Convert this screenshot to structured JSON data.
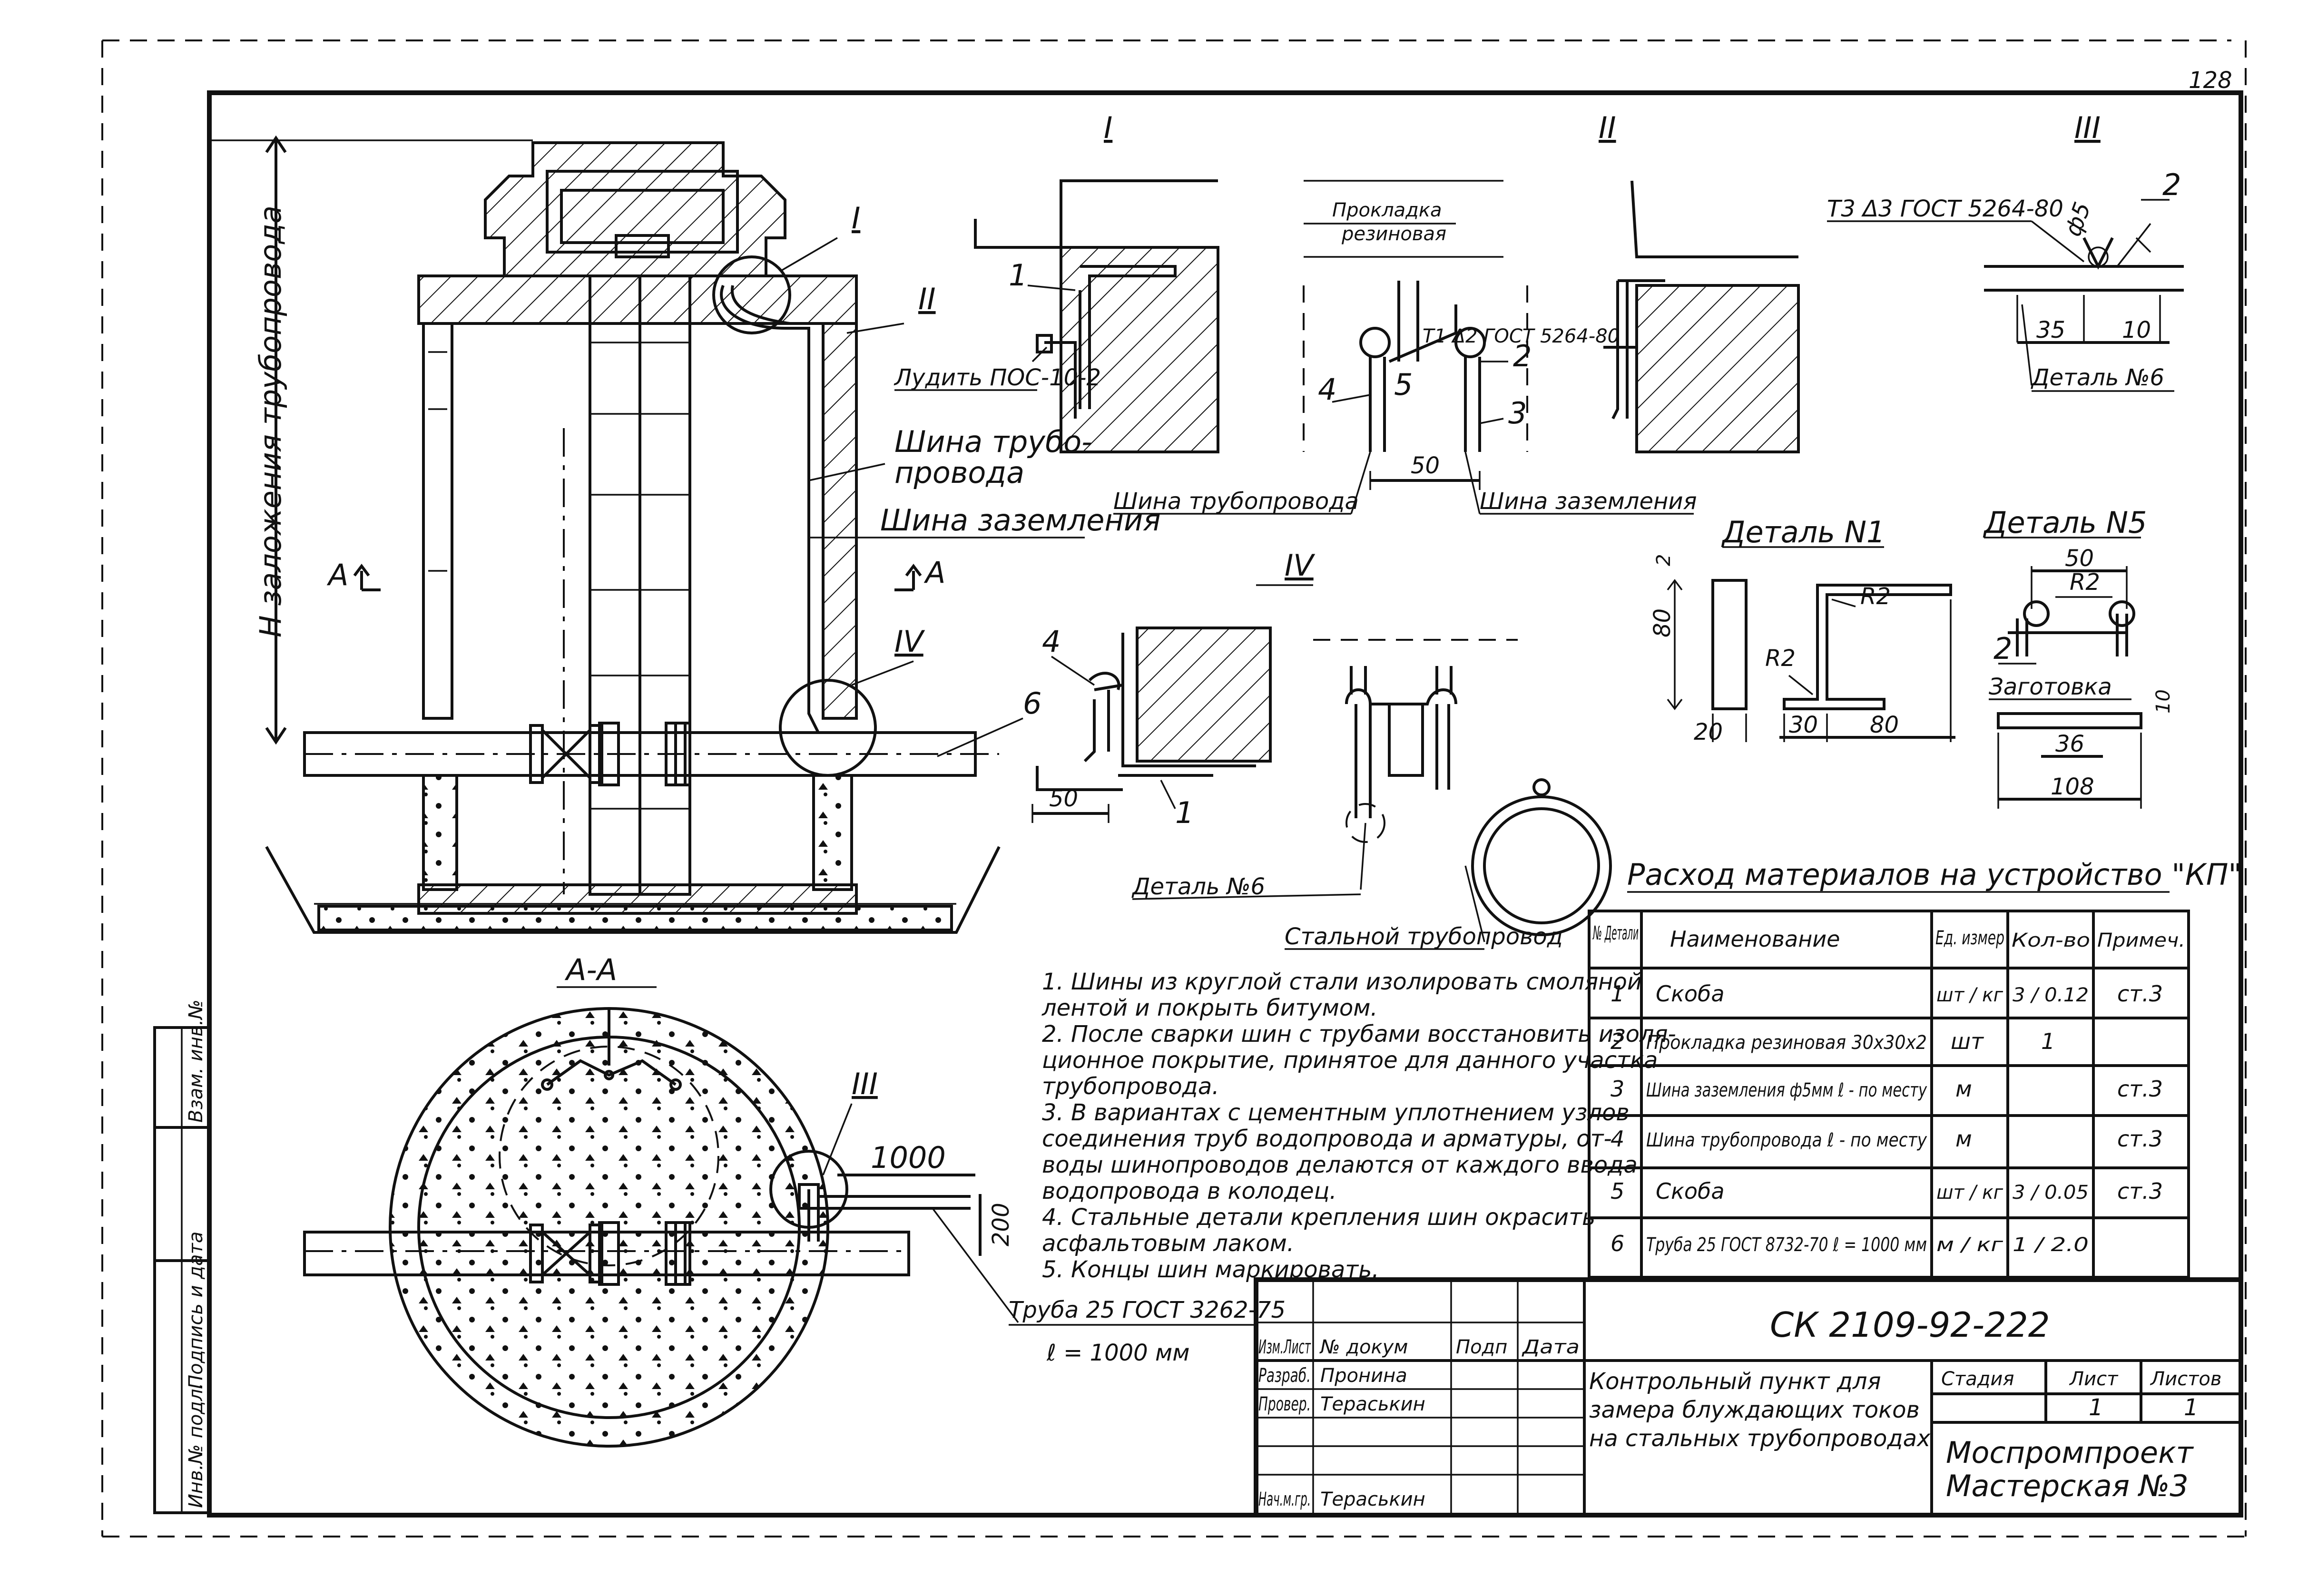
{
  "drawing": {
    "section_marks": [
      "I",
      "II",
      "III",
      "IV",
      "А-А"
    ],
    "section_arrow_left": "А",
    "section_arrow_right": "А",
    "vertical_label": "Н заложения трубопровода",
    "elevation_labels": {
      "i": "I",
      "ii": "II",
      "pipeline_bus": "Шина трубо- провода",
      "pipeline_bus_1": "Шина трубо-",
      "pipeline_bus_2": "провода",
      "ground_bus": "Шина заземления",
      "iv": "IV",
      "six": "6"
    },
    "detail_I": {
      "title": "I",
      "num": "1",
      "note": "Лудить ПОС-10-2"
    },
    "detail_II": {
      "title": "II",
      "gasket": "Прокладка резиновая",
      "gasket_1": "Прокладка",
      "gasket_2": "резиновая",
      "weld": "Т1 Δ2 ГОСТ 5264-80",
      "n2": "2",
      "n3": "3",
      "n4": "4",
      "n5": "5",
      "dim": "50",
      "pipeline_bus": "Шина трубопровода",
      "ground_bus": "Шина заземления"
    },
    "detail_III": {
      "title": "III",
      "weld": "Т3 Δ3 ГОСТ 5264-80",
      "phi": "ф5",
      "n2": "2",
      "d35": "35",
      "d10": "10",
      "detail6": "Деталь №6"
    },
    "detail_IV": {
      "title": "IV",
      "n4": "4",
      "n1": "1",
      "dim": "50",
      "detail6": "Деталь №6",
      "steel_pipe": "Стальной трубопровод"
    },
    "detail1": {
      "title": "Деталь N1",
      "h2": "2",
      "h80": "80",
      "r2a": "R2",
      "r2b": "R2",
      "w20": "20",
      "w30": "30",
      "w80": "80"
    },
    "detail5": {
      "title": "Деталь N5",
      "d50": "50",
      "r2": "R2",
      "n2": "2",
      "blank": "Заготовка",
      "h10": "10",
      "d36": "36",
      "d108": "108"
    },
    "plan": {
      "title": "А-А",
      "mark": "III",
      "d1000": "1000",
      "d200": "200",
      "pipe_1": "Труба 25 ГОСТ 3262-75",
      "pipe_2": "ℓ = 1000 мм"
    }
  },
  "notes": [
    "1. Шины из круглой стали изолировать смоляной",
    "лентой и покрыть битумом.",
    "2. После сварки шин с трубами восстановить изоля-",
    "ционное покрытие, принятое для данного участка",
    "трубопровода.",
    "3. В вариантах с цементным уплотнением узлов",
    "соединения труб водопровода и арматуры, от-",
    "воды шинопроводов делаются от каждого ввода",
    "водопровода в колодец.",
    "4. Стальные детали крепления шин окрасить",
    "асфальтовым лаком.",
    "5. Концы шин маркировать."
  ],
  "materials": {
    "title": "Расход материалов на устройство \"КП\"",
    "headers": {
      "pos": "№ Детали",
      "name": "Наименование",
      "unit": "Ед. измер",
      "qty": "Кол-во",
      "note": "Примеч."
    },
    "rows": [
      {
        "pos": "1",
        "name": "Скоба",
        "unit": "шт / кг",
        "qty": "3 / 0.12",
        "note": "ст.3"
      },
      {
        "pos": "2",
        "name": "Прокладка резиновая 30х30х2",
        "unit": "шт",
        "qty": "1",
        "note": ""
      },
      {
        "pos": "3",
        "name": "Шина заземления ф5мм ℓ - по месту",
        "unit": "м",
        "qty": "",
        "note": "ст.3"
      },
      {
        "pos": "4",
        "name": "Шина трубопровода ℓ - по месту",
        "unit": "м",
        "qty": "",
        "note": "ст.3"
      },
      {
        "pos": "5",
        "name": "Скоба",
        "unit": "шт / кг",
        "qty": "3 / 0.05",
        "note": "ст.3"
      },
      {
        "pos": "6",
        "name": "Труба 25 ГОСТ 8732-70 ℓ = 1000 мм",
        "unit": "м / кг",
        "qty": "1 / 2.0",
        "note": ""
      }
    ]
  },
  "title_block": {
    "code": "СК 2109-92-222",
    "description_1": "Контрольный пункт для",
    "description_2": "замера блуждающих токов",
    "description_3": "на стальных трубопроводах",
    "roles": [
      {
        "role": "Изм.Лист",
        "name": "№ докум",
        "sign": "Подп",
        "date": "Дата"
      },
      {
        "role": "Разраб.",
        "name": "Пронина",
        "sign": "",
        "date": ""
      },
      {
        "role": "Провер.",
        "name": "Тераськин",
        "sign": "",
        "date": ""
      },
      {
        "role": "Нач.м.гр.",
        "name": "Тераськин",
        "sign": "",
        "date": ""
      }
    ],
    "stage_header": "Стадия",
    "sheet_header": "Лист",
    "sheets_header": "Листов",
    "sheet": "1",
    "sheets": "1",
    "org_1": "Моспромпроект",
    "org_2": "Мастерская №3"
  },
  "side_stamp": {
    "inv_orig": "Инв.№ подл.",
    "sign_date": "Подпись и дата",
    "inv_repl": "Взам. инв.№"
  },
  "corner_mark": "128"
}
